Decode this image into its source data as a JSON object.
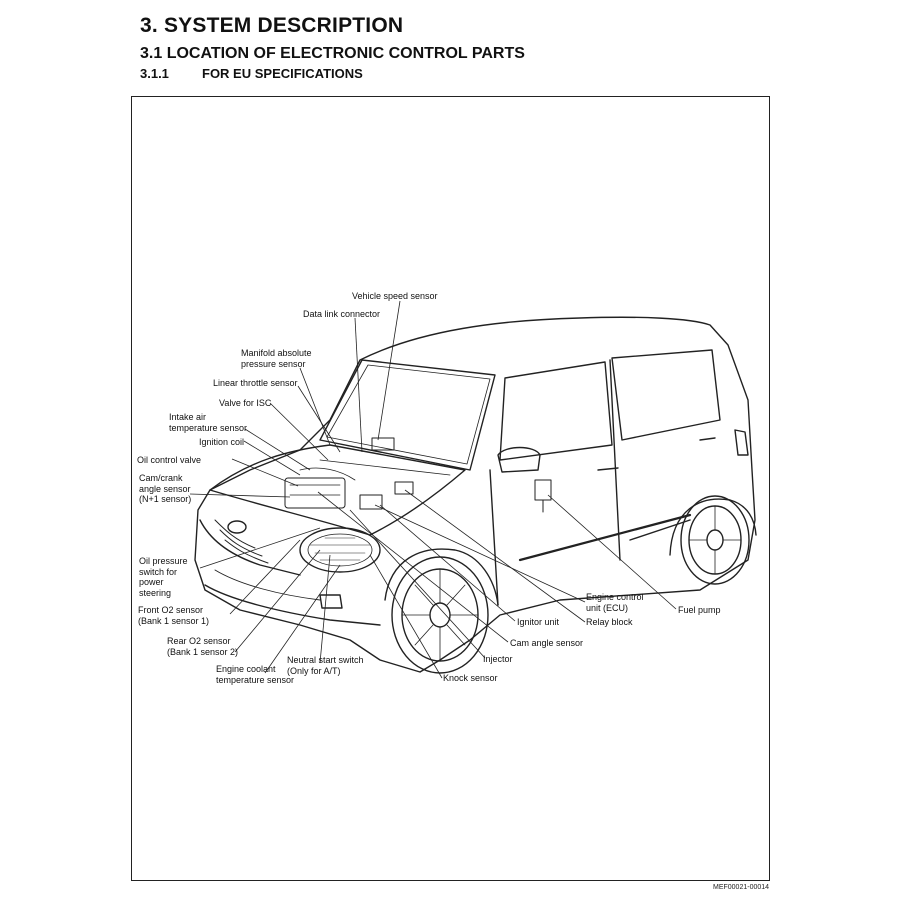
{
  "header": {
    "title": "3. SYSTEM DESCRIPTION",
    "section": "3.1 LOCATION OF ELECTRONIC CONTROL PARTS",
    "subsection_num": "3.1.1",
    "subsection_title": "FOR EU SPECIFICATIONS"
  },
  "labels": {
    "vehicle_speed_sensor": "Vehicle speed sensor",
    "data_link_connector": "Data link connector",
    "manifold_absolute_pressure_sensor": [
      "Manifold absolute",
      "pressure sensor"
    ],
    "linear_throttle_sensor": "Linear throttle sensor",
    "valve_for_isc": "Valve for ISC",
    "intake_air_temperature_sensor": [
      "Intake air",
      "temperature sensor"
    ],
    "ignition_coil": "Ignition coil",
    "oil_control_valve": "Oil control valve",
    "cam_crank_angle_sensor": [
      "Cam/crank",
      "angle sensor",
      "(N+1 sensor)"
    ],
    "oil_pressure_switch": [
      "Oil pressure",
      "switch for",
      "power",
      "steering"
    ],
    "front_o2_sensor": [
      "Front O2 sensor",
      "(Bank 1 sensor 1)"
    ],
    "rear_o2_sensor": [
      "Rear O2 sensor",
      "(Bank 1 sensor 2)"
    ],
    "engine_coolant_temperature_sensor": [
      "Engine coolant",
      "temperature sensor"
    ],
    "neutral_start_switch": [
      "Neutral start switch",
      "(Only for A/T)"
    ],
    "knock_sensor": "Knock sensor",
    "injector": "Injector",
    "cam_angle_sensor": "Cam angle sensor",
    "ignitor_unit": "Ignitor unit",
    "relay_block": "Relay block",
    "engine_control_unit": [
      "Engine control",
      "unit (ECU)"
    ],
    "fuel_pump": "Fuel pump"
  },
  "footer": {
    "code": "MEF00021-00014"
  }
}
